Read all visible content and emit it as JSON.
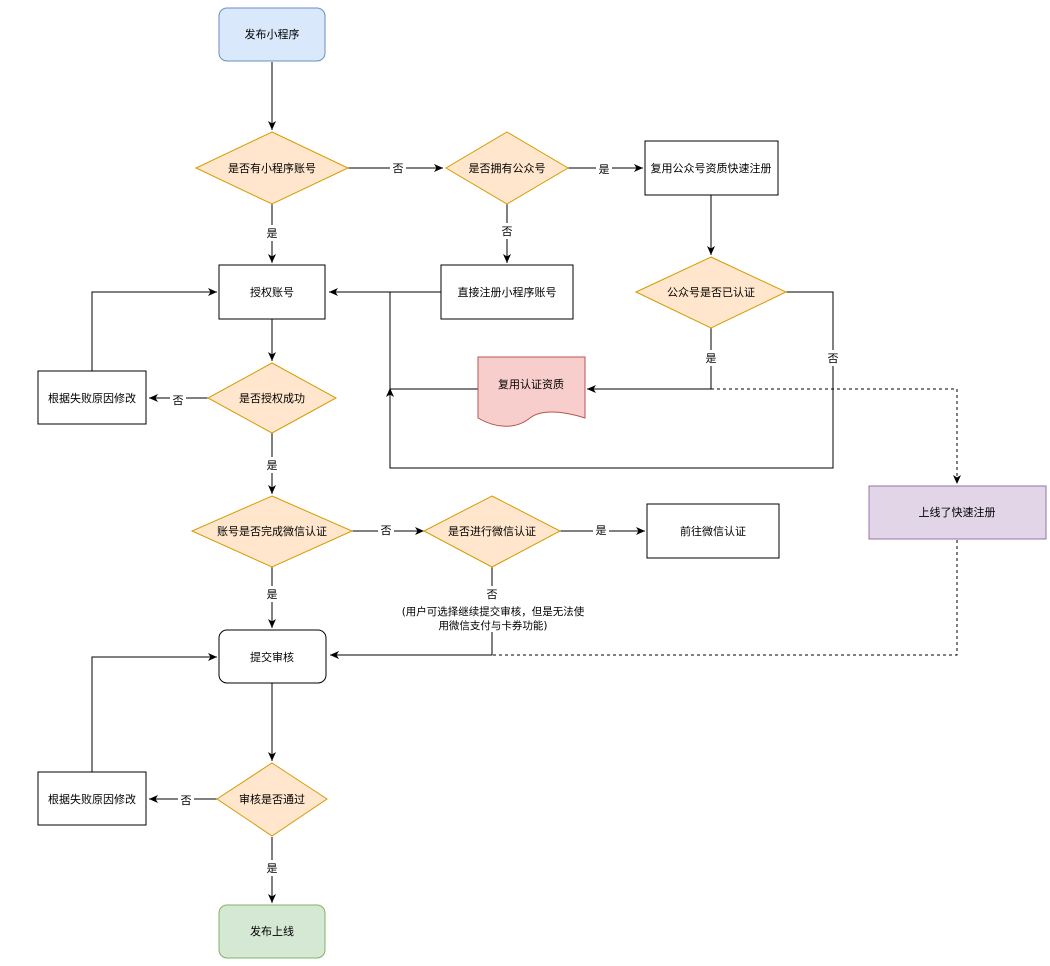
{
  "colors": {
    "blue_fill": "#dae8fc",
    "blue_stroke": "#6c8ebf",
    "diamond_fill": "#ffe6cc",
    "diamond_stroke": "#d79b00",
    "pink_fill": "#f8cecc",
    "pink_stroke": "#b85450",
    "purple_fill": "#e1d5e7",
    "purple_stroke": "#9673a6",
    "green_fill": "#d5e8d4",
    "green_stroke": "#82b366",
    "line": "#000000"
  },
  "nodes": {
    "publish_miniprogram": "发布小程序",
    "has_account": "是否有小程序账号",
    "has_official_account": "是否拥有公众号",
    "reuse_quick_register": "复用公众号资质快速注册",
    "authorize_account": "授权账号",
    "direct_register": "直接注册小程序账号",
    "oa_verified": "公众号是否已认证",
    "reuse_verification": "复用认证资质",
    "fix_by_reason_1": "根据失败原因修改",
    "authorize_success": "是否授权成功",
    "account_wechat_verified": "账号是否完成微信认证",
    "do_wechat_verify": "是否进行微信认证",
    "goto_wechat_verify": "前往微信认证",
    "quick_register_launched": "上线了快速注册",
    "submit_review": "提交审核",
    "fix_by_reason_2": "根据失败原因修改",
    "review_passed": "审核是否通过",
    "publish_online": "发布上线"
  },
  "edges": {
    "yes": "是",
    "no": "否",
    "note_line1": "(用户可选择继续提交审核，但是无法使",
    "note_line2": "用微信支付与卡券功能)"
  }
}
